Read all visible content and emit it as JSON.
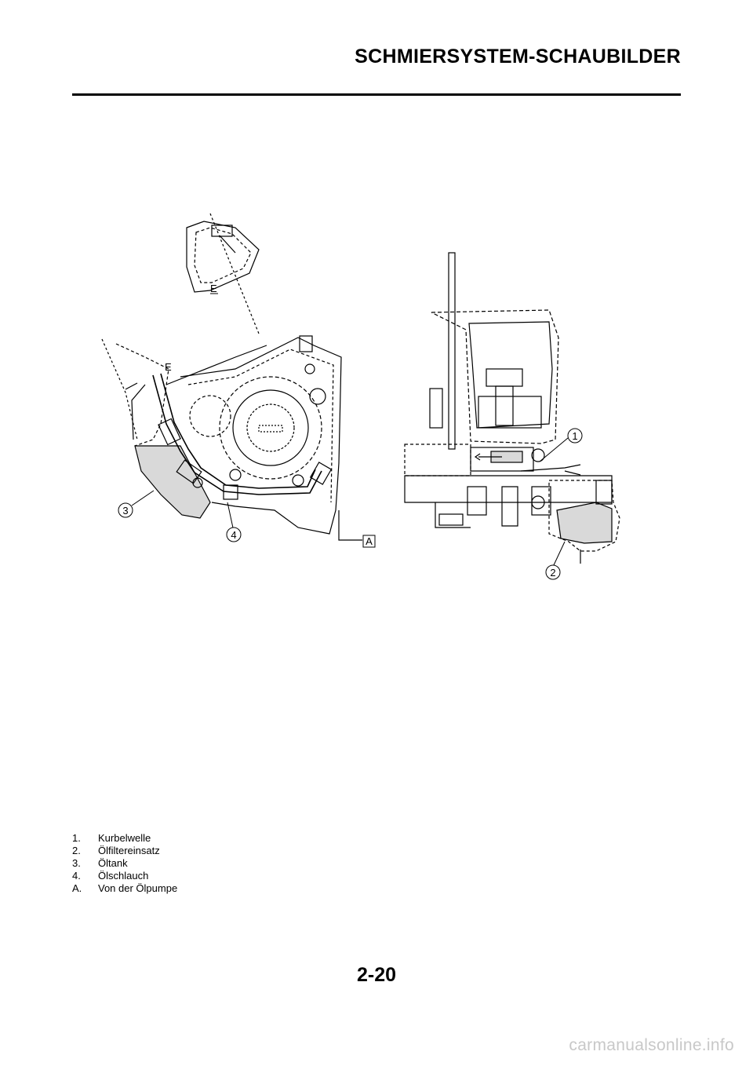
{
  "header": {
    "title": "SCHMIERSYSTEM-SCHAUBILDER"
  },
  "figure": {
    "callouts": [
      {
        "number": "1"
      },
      {
        "number": "2"
      },
      {
        "number": "3"
      },
      {
        "number": "4"
      }
    ],
    "section_marks": [
      "E",
      "E"
    ],
    "ref_label": "A"
  },
  "legend": [
    {
      "key": "1.",
      "text": "Kurbelwelle"
    },
    {
      "key": "2.",
      "text": "Ölfiltereinsatz"
    },
    {
      "key": "3.",
      "text": "Öltank"
    },
    {
      "key": "4.",
      "text": "Ölschlauch"
    },
    {
      "key": "A.",
      "text": "Von der Ölpumpe"
    }
  ],
  "footer": {
    "page_number": "2-20",
    "watermark": "carmanualsonline.info"
  },
  "colors": {
    "oil_fill": "#d9d9d9",
    "line": "#000000",
    "watermark": "#c8c8c8"
  }
}
